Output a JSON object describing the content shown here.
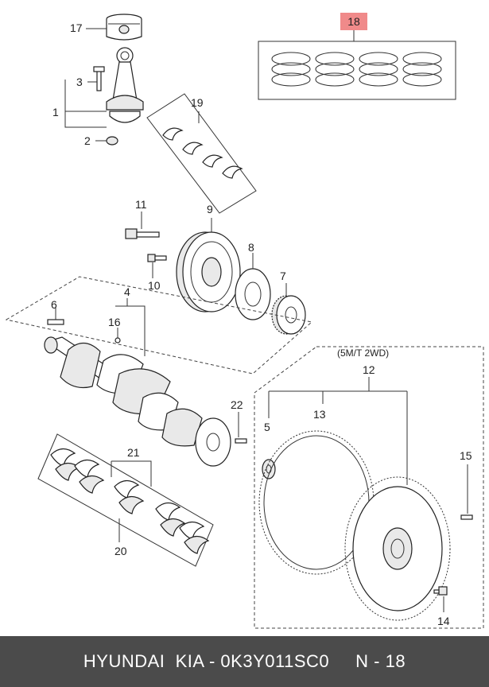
{
  "diagram": {
    "callouts": {
      "c1": "1",
      "c2": "2",
      "c3": "3",
      "c4": "4",
      "c5": "5",
      "c6": "6",
      "c7": "7",
      "c8": "8",
      "c9": "9",
      "c10": "10",
      "c11": "11",
      "c12": "12",
      "c13": "13",
      "c14": "14",
      "c15": "15",
      "c16": "16",
      "c17": "17",
      "c18": "18",
      "c19": "19",
      "c20": "20",
      "c21": "21",
      "c22": "22"
    },
    "highlighted_callout": "18",
    "highlight_color": "#f08a8a",
    "variant_note": "(5M/T 2WD)"
  },
  "footer": {
    "text": "HYUNDAI  KIA - 0K3Y011SC0     N - 18",
    "background": "#4b4b4b"
  }
}
